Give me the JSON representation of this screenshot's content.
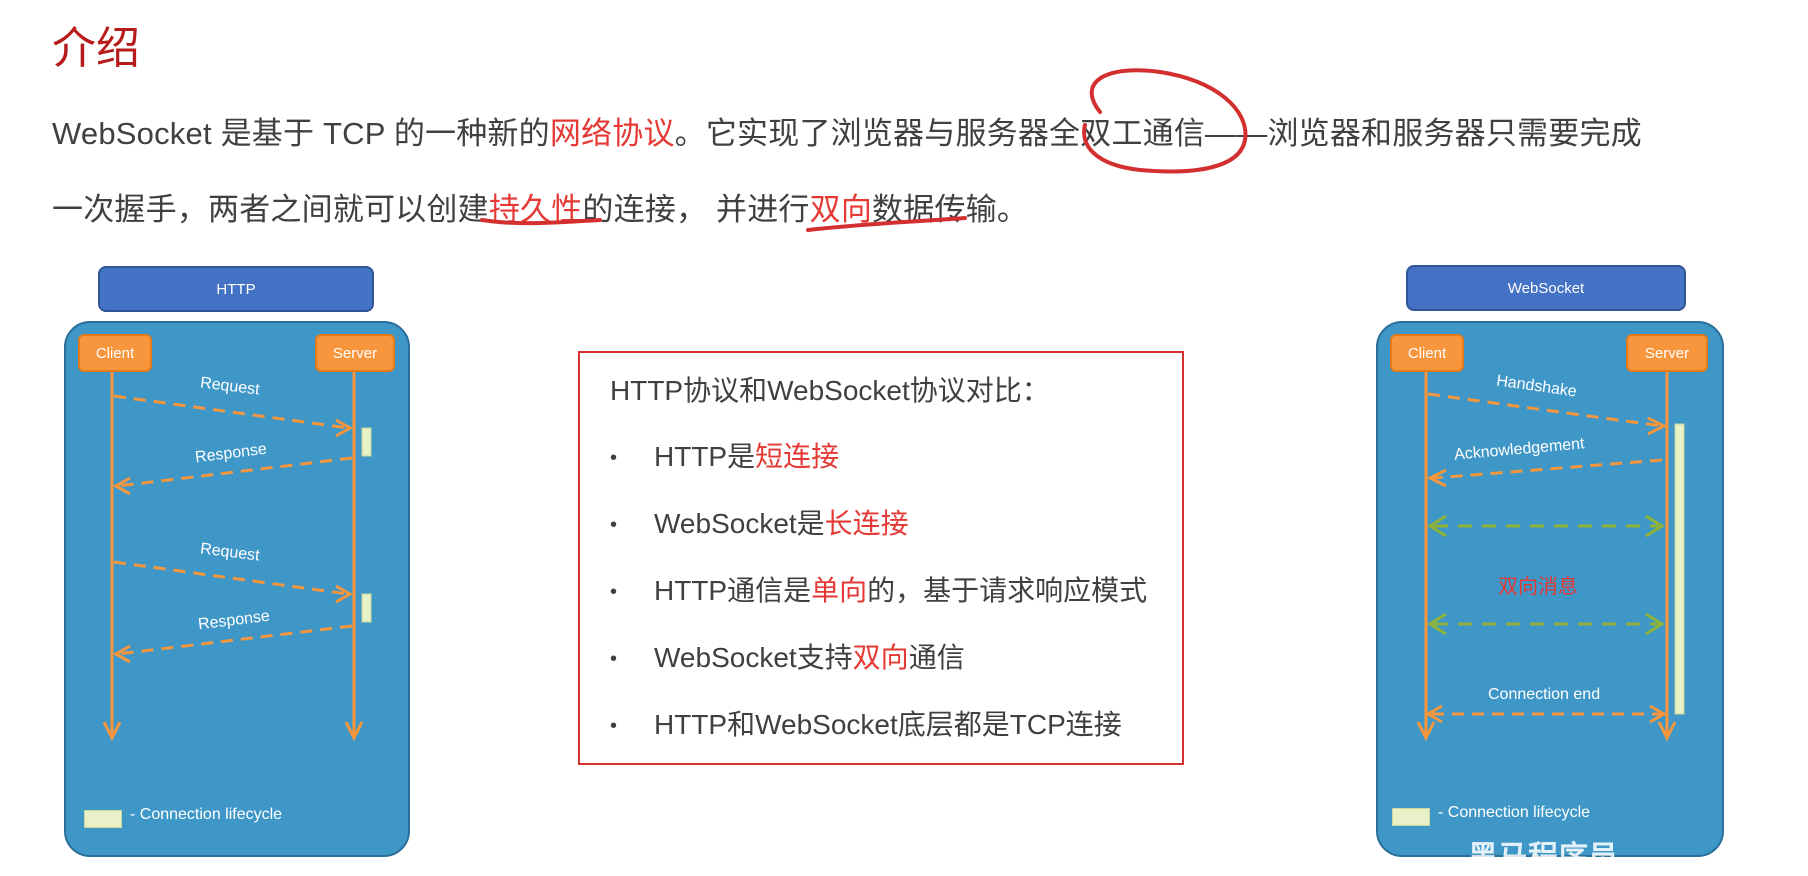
{
  "title": "介绍",
  "paragraph": {
    "line1": [
      {
        "text": "WebSocket 是基于 TCP 的一种新的",
        "red": false
      },
      {
        "text": "网络协议",
        "red": true
      },
      {
        "text": "。它实现了浏览器与服务器全双工通信——浏览器和服务器只需要完成",
        "red": false
      }
    ],
    "line2": [
      {
        "text": "一次握手，两者之间就可以创建",
        "red": false
      },
      {
        "text": "持久性",
        "red": true
      },
      {
        "text": "的连接， 并进行",
        "red": false
      },
      {
        "text": "双向",
        "red": true
      },
      {
        "text": "数据传输。",
        "red": false
      }
    ]
  },
  "http_diagram": {
    "header": "HTTP",
    "client": "Client",
    "server": "Server",
    "messages": [
      "Request",
      "Response",
      "Request",
      "Response"
    ],
    "legend": "- Connection lifecycle"
  },
  "ws_diagram": {
    "header": "WebSocket",
    "client": "Client",
    "server": "Server",
    "messages": [
      "Handshake",
      "Acknowledgement",
      "Connection end"
    ],
    "bidirectional_label": "双向消息",
    "legend": "- Connection lifecycle"
  },
  "comparison": {
    "title": "HTTP协议和WebSocket协议对比：",
    "items": [
      [
        {
          "text": "HTTP是",
          "red": false
        },
        {
          "text": "短连接",
          "red": true
        }
      ],
      [
        {
          "text": "WebSocket是",
          "red": false
        },
        {
          "text": "长连接",
          "red": true
        }
      ],
      [
        {
          "text": "HTTP通信是",
          "red": false
        },
        {
          "text": "单向",
          "red": true
        },
        {
          "text": "的，基于请求响应模式",
          "red": false
        }
      ],
      [
        {
          "text": "WebSocket支持",
          "red": false
        },
        {
          "text": "双向",
          "red": true
        },
        {
          "text": "通信",
          "red": false
        }
      ],
      [
        {
          "text": "HTTP和WebSocket底层都是TCP连接",
          "red": false
        }
      ]
    ]
  },
  "watermark": "黑马程序员",
  "colors": {
    "accent_red": "#e53935",
    "title_red": "#b71c1c",
    "panel_blue": "#3f97c7",
    "header_blue": "#4472c4",
    "role_orange": "#f7963c",
    "green_arrow": "#8fb339"
  }
}
